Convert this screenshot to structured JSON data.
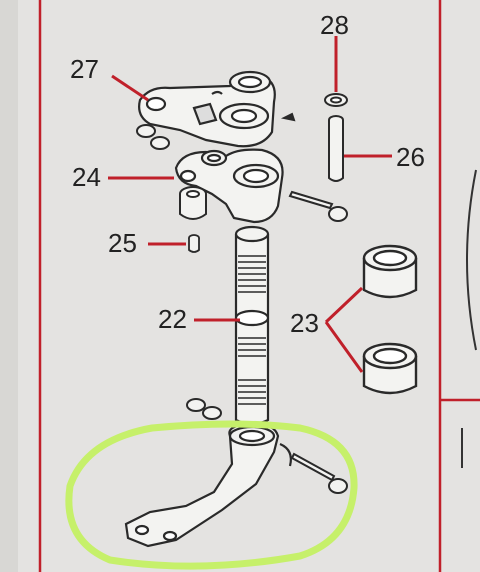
{
  "diagram": {
    "callouts": [
      {
        "id": "27",
        "label": "27"
      },
      {
        "id": "28",
        "label": "28"
      },
      {
        "id": "26",
        "label": "26"
      },
      {
        "id": "24",
        "label": "24"
      },
      {
        "id": "25",
        "label": "25"
      },
      {
        "id": "22",
        "label": "22"
      },
      {
        "id": "23",
        "label": "23"
      }
    ],
    "colors": {
      "background": "#e4e3e1",
      "frame": "#c0202a",
      "leader": "#c0202a",
      "highlight": "#c6f06a",
      "part_outline": "#2a2a2a",
      "part_fill": "#f3f3f1"
    },
    "highlight": {
      "shape": "ellipse",
      "target": "bottom bracket"
    }
  }
}
